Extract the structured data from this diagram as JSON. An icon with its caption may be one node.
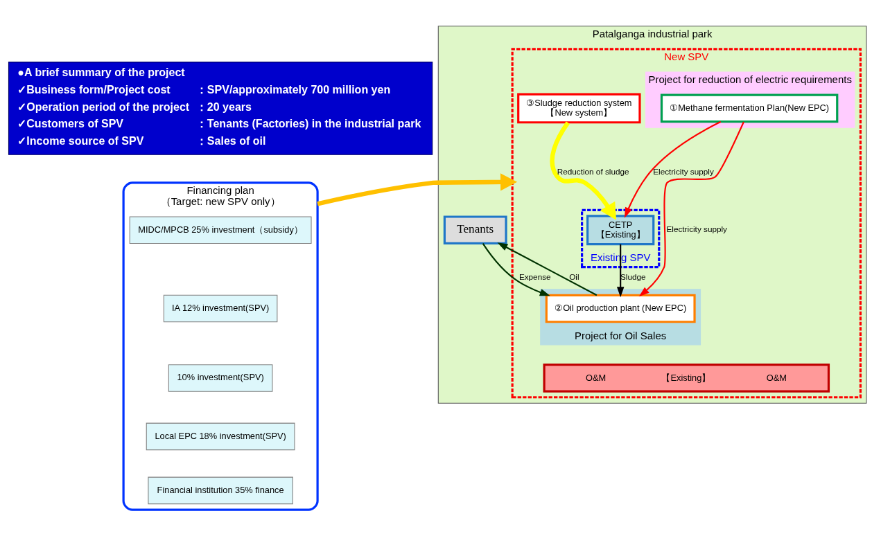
{
  "diagram": {
    "nodes": [
      {
        "text": [
          "●A brief summary of the project",
          "✓Business form/Project cost",
          "：SPV/approximately 700 million yen",
          "✓Operation period of the project",
          "：20 years",
          "✓Customers of SPV",
          "：Tenants (Factories) in the industrial park",
          "✓Income source of SPV",
          "：Sales of oil"
        ]
      },
      {
        "text": [
          "Financing plan",
          "（Target: new SPV only）"
        ]
      },
      {
        "text": [
          "MIDC/MPCB 25% investment（subsidy）"
        ],
        "in": 1
      },
      {
        "text": [
          "IA 12% investment(SPV)"
        ],
        "in": 1
      },
      {
        "text": [
          "10% investment(SPV)"
        ],
        "in": 1
      },
      {
        "text": [
          "Local EPC 18% investment(SPV)"
        ],
        "in": 1
      },
      {
        "text": [
          "Financial institution 35% finance"
        ],
        "in": 1
      },
      {
        "text": [
          "Patalganga industrial park"
        ]
      },
      {
        "text": [
          "Tenants"
        ],
        "in": 7
      },
      {
        "text": [
          "New SPV"
        ],
        "in": 7
      },
      {
        "text": [
          "③Sludge reduction system",
          "【New system】"
        ],
        "in": 9
      },
      {
        "text": [
          "Project for reduction of electric requirements"
        ],
        "in": 9
      },
      {
        "text": [
          "Project for Oil Sales"
        ],
        "in": 9
      },
      {
        "text": [
          "Existing SPV"
        ],
        "in": 9
      },
      {
        "text": [
          "①Methane fermentation Plan(New EPC)"
        ],
        "in": 11
      },
      {
        "text": [
          "CETP",
          "【Existing】"
        ],
        "in": 13
      },
      {
        "text": [
          "②Oil production plant (New EPC)"
        ],
        "in": 12
      },
      {
        "text": [
          "O&M",
          "【Existing】",
          "O&M"
        ],
        "in": 9
      }
    ],
    "edges": [
      {
        "from": 1,
        "to": 9,
        "arrow": "to",
        "style": "thick",
        "color": "#ffc000"
      },
      {
        "from": 10,
        "to": 15,
        "arrow": "to",
        "label": "Reduction of sludge",
        "style": "thick",
        "color": "#ffff00"
      },
      {
        "from": 14,
        "to": 15,
        "arrow": "to",
        "label": "Electricity supply"
      },
      {
        "from": 14,
        "to": 16,
        "arrow": "to",
        "label": "Electricity supply"
      },
      {
        "from": 15,
        "to": 16,
        "arrow": "to",
        "label": "Sludge",
        "color": "#000000"
      },
      {
        "from": 16,
        "to": 8,
        "arrow": "to",
        "label": "Oil",
        "color": "#003300"
      },
      {
        "from": 8,
        "to": 16,
        "arrow": "to",
        "label": "Expense",
        "color": "#003300"
      }
    ]
  }
}
